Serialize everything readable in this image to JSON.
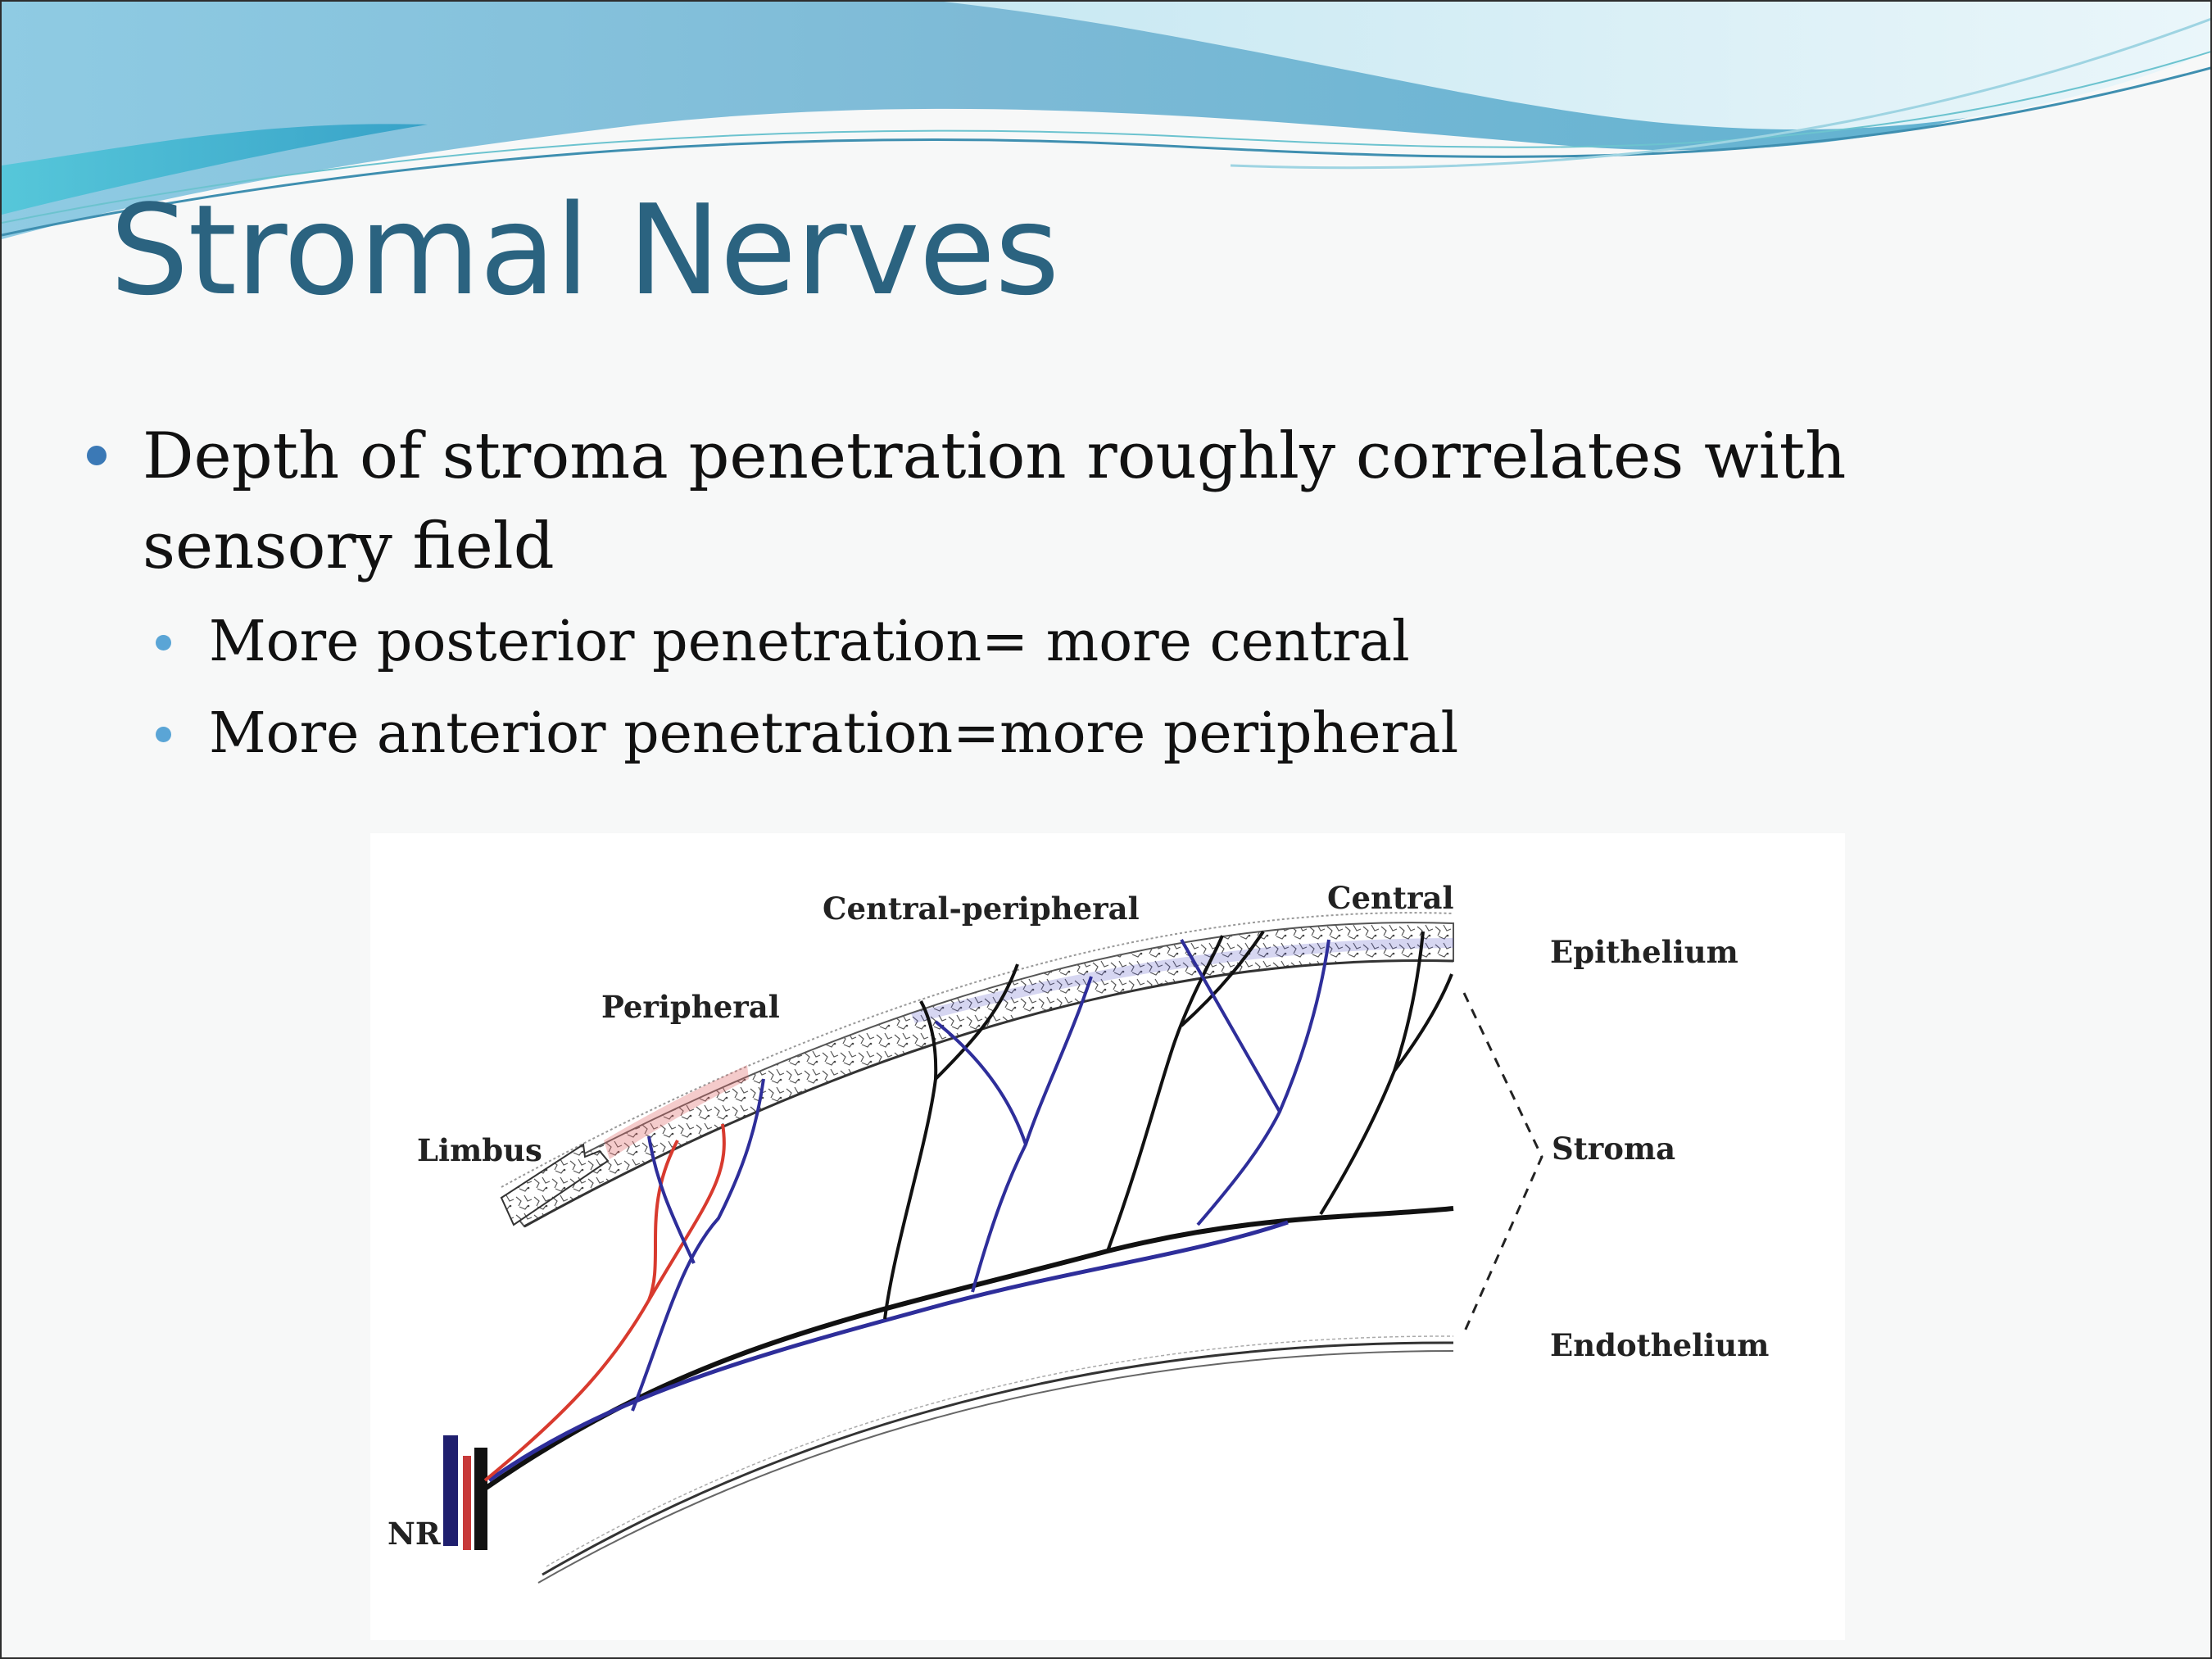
{
  "slide": {
    "title": "Stromal Nerves",
    "bullets": [
      {
        "text": "Depth of stroma penetration roughly correlates with sensory field",
        "sub": [
          "More posterior penetration= more central",
          "More anterior penetration=more peripheral"
        ]
      }
    ]
  },
  "figure": {
    "labels": {
      "central_peripheral": "Central-peripheral",
      "central": "Central",
      "epithelium": "Epithelium",
      "peripheral": "Peripheral",
      "limbus": "Limbus",
      "stroma": "Stroma",
      "endothelium": "Endothelium",
      "nr": "NR"
    },
    "nerve_colors": {
      "main_trunk": "#111111",
      "anterior_branch": "#2e2e9a",
      "limbal_branch": "#d83a2e"
    }
  },
  "theme": {
    "title_color": "#2b6380",
    "bullet_color": "#3b79b6",
    "sub_bullet_color": "#5aa5d6",
    "wave_colors": [
      "#7fc3de",
      "#4fb0cc",
      "#b3dcea"
    ]
  }
}
